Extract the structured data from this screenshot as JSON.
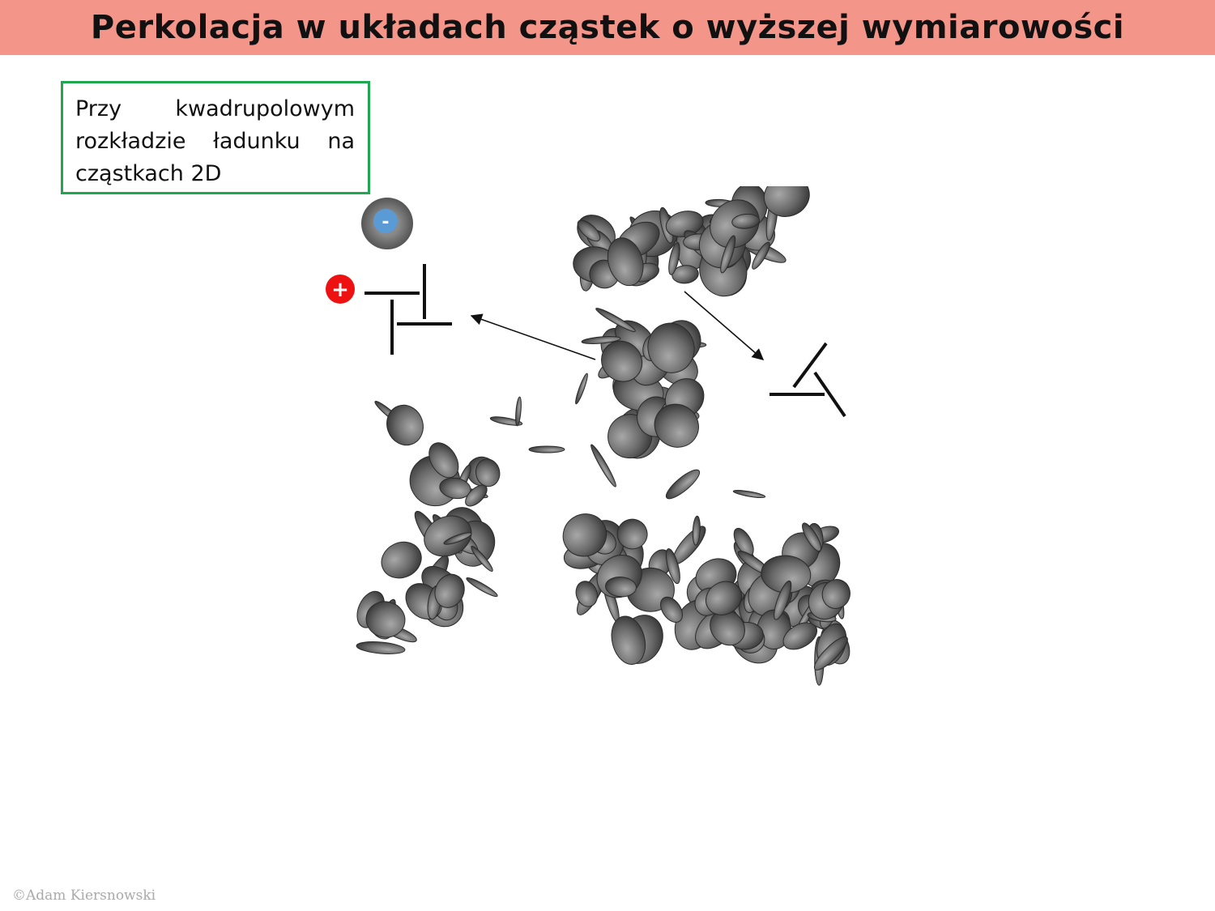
{
  "slide": {
    "title": "Perkolacja w układach cząstek o wyższej wymiarowości",
    "textbox": "Przy kwadrupolowym rozkładzie ładunku na cząstkach 2D",
    "copyright": "©Adam Kiersnowski"
  },
  "figure": {
    "negative_charge": "-",
    "positive_charge": "+",
    "colors": {
      "title_bar": "#f4958a",
      "textbox_border": "#1fa84f",
      "negative": "#5b9bd5",
      "positive": "#ee1111",
      "particle": "#4a4a4a"
    }
  }
}
